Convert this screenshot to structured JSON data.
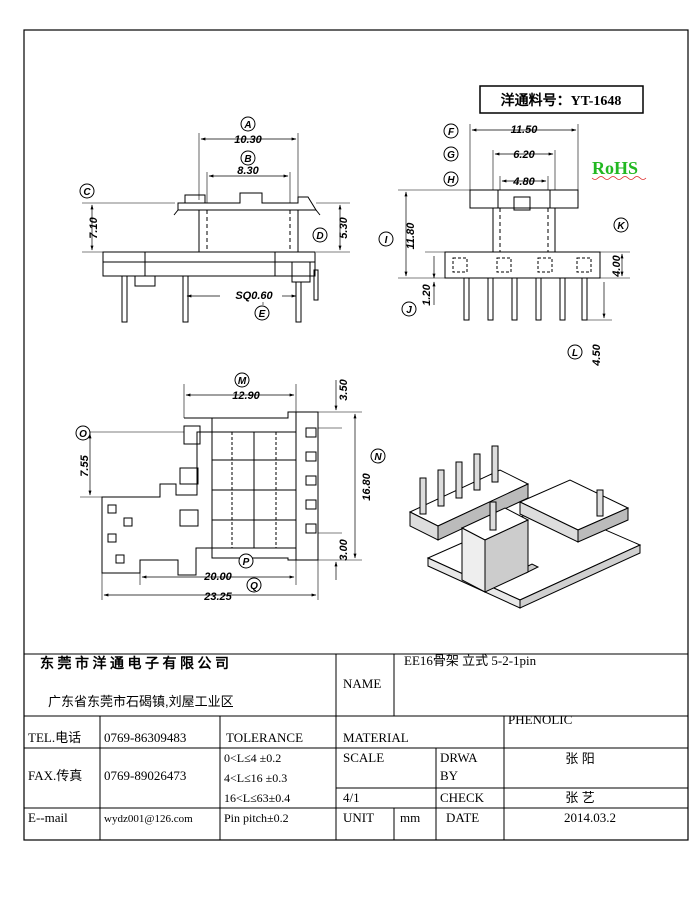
{
  "part_number": "洋通料号：YT-1648",
  "compliance": "RoHS",
  "colors": {
    "rohs": "#22b822",
    "line": "#000000",
    "hidden": "#555555"
  },
  "dimensions": {
    "A": "10.30",
    "B": "8.30",
    "C": "7.10",
    "D": "5.30",
    "E": "SQ0.60",
    "F": "11.50",
    "G": "6.20",
    "H": "4.80",
    "I": "11.80",
    "J": "1.20",
    "K": "4.00",
    "L": "4.50",
    "M": "12.90",
    "N": "16.80",
    "O": "7.55",
    "P": "20.00",
    "Q": "23.25",
    "top_gap": "3.50",
    "bottom_gap": "3.00"
  },
  "markers": [
    "A",
    "B",
    "C",
    "D",
    "E",
    "F",
    "G",
    "H",
    "I",
    "J",
    "K",
    "L",
    "M",
    "N",
    "O",
    "P",
    "Q"
  ],
  "title_block": {
    "company": "东 莞 市 洋 通 电 子 有 限 公 司",
    "address": "广东省东莞市石碣镇,刘屋工业区",
    "name_label": "NAME",
    "name_value": "EE16骨架 立式 5-2-1pin",
    "tel_label": "TEL.电话",
    "tel_value": "0769-86309483",
    "fax_label": "FAX.传真",
    "fax_value": "0769-89026473",
    "email_label": "E--mail",
    "email_value": "wydz001@126.com",
    "tolerance_label": "TOLERANCE",
    "tolerances": [
      "0<L≤4   ±0.2",
      "4<L≤16  ±0.3",
      "16<L≤63±0.4"
    ],
    "pin_pitch": "Pin pitch±0.2",
    "material_label": "MATERIAL",
    "material_value": "PHENOLIC",
    "scale_label": "SCALE",
    "scale_value": "4/1",
    "drawn_label_1": "DRWA",
    "drawn_label_2": "BY",
    "drawn_value": "张 阳",
    "check_label": "CHECK",
    "check_value": "张 艺",
    "unit_label": "UNIT",
    "unit_value": "mm",
    "date_label": "DATE",
    "date_value": "2014.03.2"
  }
}
